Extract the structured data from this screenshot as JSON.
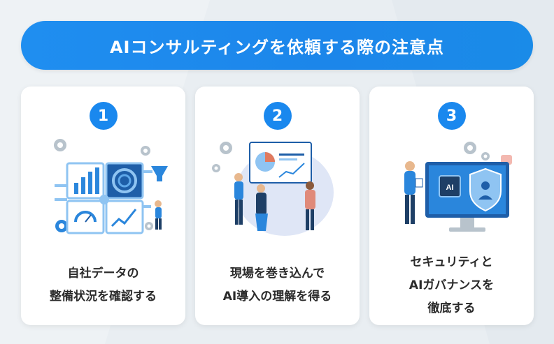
{
  "title": "AIコンサルティングを依頼する際の注意点",
  "cards": [
    {
      "number": "1",
      "lines": [
        "自社データの",
        "整備状況を確認する"
      ],
      "illustration": "data-dashboard-illustration"
    },
    {
      "number": "2",
      "lines": [
        "現場を巻き込んで",
        "AI導入の理解を得る"
      ],
      "illustration": "team-presentation-illustration"
    },
    {
      "number": "3",
      "lines": [
        "セキュリティと",
        "AIガバナンスを",
        "徹底する"
      ],
      "illustration": "ai-security-illustration"
    }
  ],
  "illustration_text": {
    "ai_chip": "AI"
  },
  "colors": {
    "accent": "#1a88ee",
    "background": "#e9eef2",
    "card": "#ffffff",
    "text": "#2b2b2b"
  }
}
